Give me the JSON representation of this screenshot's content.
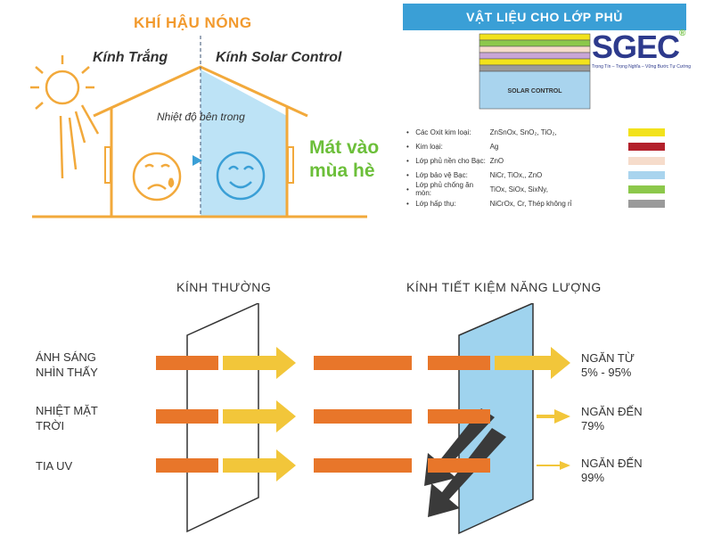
{
  "top_left": {
    "climate_title": "KHÍ HẬU NÓNG",
    "white_glass_label": "Kính Trắng",
    "solar_glass_label": "Kính Solar Control",
    "inside_temp_label": "Nhiệt độ bên trong",
    "cool_summer_line1": "Mát vào",
    "cool_summer_line2": "mùa hè"
  },
  "materials": {
    "header": "VẬT LIỆU CHO LỚP PHỦ",
    "stack_label": "SOLAR CONTROL",
    "rows": [
      {
        "name": "Các Oxit kim loại:",
        "material": "ZnSnOx, SnO₂, TiO₂,",
        "color": "#f2e21c"
      },
      {
        "name": "Kim loại:",
        "material": "Ag",
        "color": "#b3202b"
      },
      {
        "name": "Lớp phủ nền cho Bạc:",
        "material": "ZnO",
        "color": "#f6dccb"
      },
      {
        "name": "Lớp bảo vệ Bạc:",
        "material": "NiCr, TiOx,, ZnO",
        "color": "#a9d4ee"
      },
      {
        "name": "Lớp phủ chống ăn mòn:",
        "material": "TiOx, SiOx, SixNy,",
        "color": "#8cc84b"
      },
      {
        "name": "Lớp hấp thụ:",
        "material": "NiCrOx, Cr, Thép không rỉ",
        "color": "#9a9a9a"
      }
    ]
  },
  "logo": {
    "text": "SGEC",
    "registered": "®",
    "tagline": "Trọng Tín – Trọng Nghĩa – Vững Bước Tự Cường"
  },
  "comparison": {
    "regular_glass_title": "KÍNH THƯỜNG",
    "energy_glass_title": "KÍNH TIẾT KIỆM NĂNG LƯỢNG",
    "rows": [
      {
        "label_line1": "ÁNH SÁNG",
        "label_line2": "NHÌN THẤY",
        "result_line1": "NGĂN TỪ",
        "result_line2": "5% - 95%"
      },
      {
        "label_line1": "NHIỆT MẶT",
        "label_line2": "TRỜI",
        "result_line1": "NGĂN ĐẾN",
        "result_line2": "79%"
      },
      {
        "label_line1": "TIA UV",
        "label_line2": "",
        "result_line1": "NGĂN ĐẾN",
        "result_line2": "99%"
      }
    ]
  },
  "colors": {
    "orange": "#f29a2e",
    "arrow_orange": "#e8762a",
    "arrow_yellow": "#f2c63a",
    "glass_blue": "#9fd3ee",
    "accent_blue": "#3a9fd6",
    "cool_green": "#6cbf3a",
    "dark_arrow": "#3a3a3a"
  }
}
